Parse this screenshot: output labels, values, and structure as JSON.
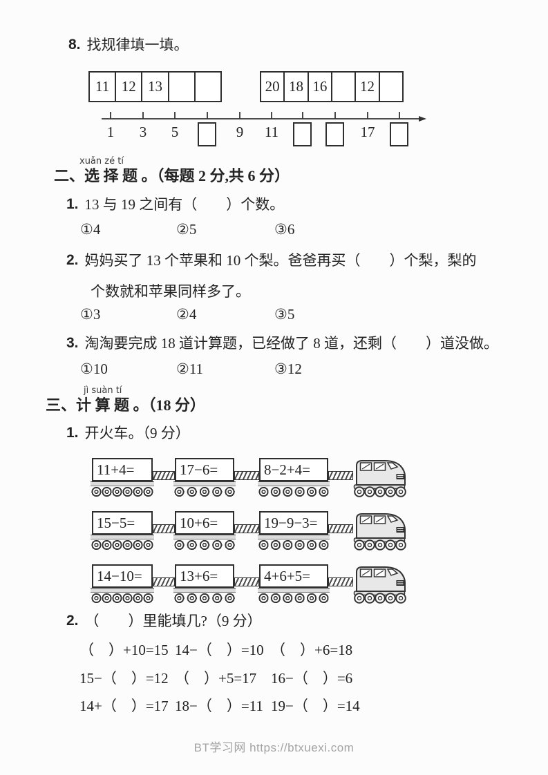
{
  "colors": {
    "paper": "#fcfcfc",
    "ink": "#232323",
    "footer_text": "#a3a3a3",
    "train_body": "#e8e8e8"
  },
  "q8": {
    "number": "8.",
    "title": "找规律填一填。",
    "strip1": [
      "11",
      "12",
      "13",
      "",
      ""
    ],
    "strip2": [
      "20",
      "18",
      "16",
      "",
      "12",
      ""
    ],
    "numberline_labels": [
      "1",
      "3",
      "5",
      "",
      "9",
      "11",
      "",
      "",
      "17",
      ""
    ]
  },
  "section2": {
    "pinyin": "xuǎn zé tí",
    "title": "二、选 择 题 。（每题 2 分,共 6 分）"
  },
  "choice": [
    {
      "number": "1.",
      "line1": "13 与 19 之间有（　　）个数。",
      "line2": "",
      "options": [
        "①4",
        "②5",
        "③6"
      ]
    },
    {
      "number": "2.",
      "line1": "妈妈买了 13 个苹果和 10 个梨。爸爸再买（　　）个梨，梨的",
      "line2": "个数就和苹果同样多了。",
      "options": [
        "①3",
        "②4",
        "③5"
      ]
    },
    {
      "number": "3.",
      "line1": "淘淘要完成 18 道计算题，已经做了 8 道，还剩（　　）道没做。",
      "line2": "",
      "options": [
        "①10",
        "②11",
        "③12"
      ]
    }
  ],
  "section3": {
    "pinyin": "jì suàn tí",
    "title": "三、计 算 题 。（18 分）"
  },
  "train_q": {
    "number": "1.",
    "title": "开火车。（9 分）"
  },
  "trains": [
    {
      "cars": [
        "11+4=",
        "17−6=",
        "8−2+4="
      ]
    },
    {
      "cars": [
        "15−5=",
        "10+6=",
        "19−9−3="
      ]
    },
    {
      "cars": [
        "14−10=",
        "13+6=",
        "4+6+5="
      ]
    }
  ],
  "fill_q": {
    "number": "2.",
    "title": "（　　）里能填几?（9 分）"
  },
  "equations": [
    [
      "（　）+10=15",
      "14−（　）=10",
      "（　）+6=18"
    ],
    [
      "15−（　）=12",
      "（　）+5=17",
      "16−（　）=6"
    ],
    [
      "14+（　）=17",
      "18−（　）=11",
      "19−（　）=14"
    ]
  ],
  "footer": {
    "text": "BT学习网 https://btxuexi.com"
  }
}
